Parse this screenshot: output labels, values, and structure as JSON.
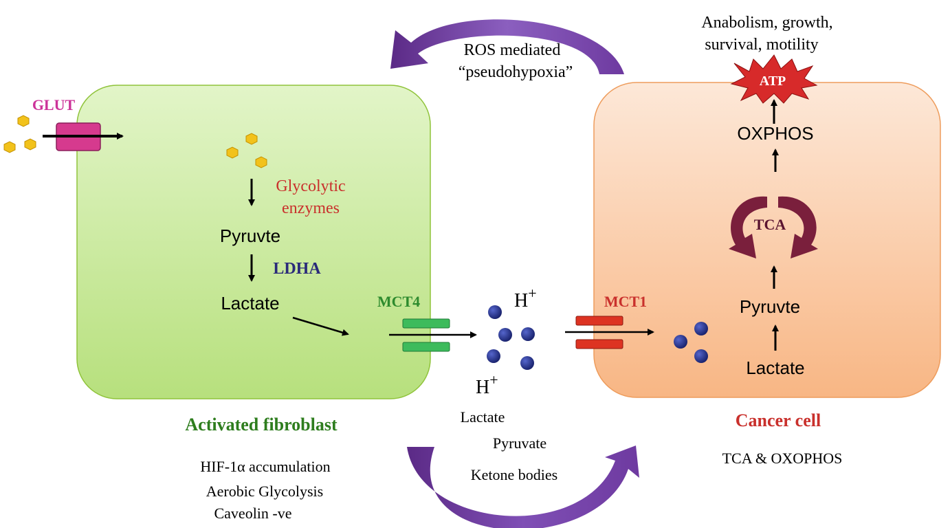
{
  "fibroblast": {
    "glut_label": "GLUT",
    "glycolytic_enzymes_line1": "Glycolytic",
    "glycolytic_enzymes_line2": "enzymes",
    "pyruvate": "Pyruvte",
    "ldha": "LDHA",
    "lactate": "Lactate",
    "mct4": "MCT4",
    "title": "Activated fibroblast",
    "features": [
      "HIF-1α accumulation",
      "Aerobic Glycolysis",
      "Caveolin -ve"
    ]
  },
  "extracellular": {
    "h_plus_top": "H",
    "h_plus_bottom": "H",
    "h_plus_sup": "+",
    "metabolites": [
      "Lactate",
      "Pyruvate",
      "Ketone bodies"
    ]
  },
  "top_cycle": {
    "line1": "ROS mediated",
    "line2": "“pseudohypoxia”"
  },
  "cancer_cell": {
    "mct1": "MCT1",
    "lactate": "Lactate",
    "pyruvate": "Pyruvte",
    "tca": "TCA",
    "oxphos": "OXPHOS",
    "atp": "ATP",
    "outcome_line1": "Anabolism, growth,",
    "outcome_line2": "survival, motility",
    "title": "Cancer cell",
    "subtitle": "TCA & OXOPHOS"
  },
  "colors": {
    "fibroblast_fill_top": "#e0f4c4",
    "fibroblast_fill_bottom": "#b8e281",
    "fibroblast_border": "#8fc33a",
    "cancer_fill_top": "#fde6d5",
    "cancer_fill_bottom": "#f9b989",
    "cancer_border": "#f0a060",
    "glut": "#cc3399",
    "mct4": "#33aa55",
    "mct1": "#dd3322",
    "glucose": "#f2c21b",
    "proton": "#1f2a80",
    "cycle_arrow": "#6a2a8f",
    "tca_arrow": "#7a1f3c",
    "atp": "#d72a2a",
    "title_green": "#2e7d1e",
    "title_red": "#c9302c",
    "ldha_blue": "#2a2a7a",
    "enzyme_red": "#c9302c"
  }
}
